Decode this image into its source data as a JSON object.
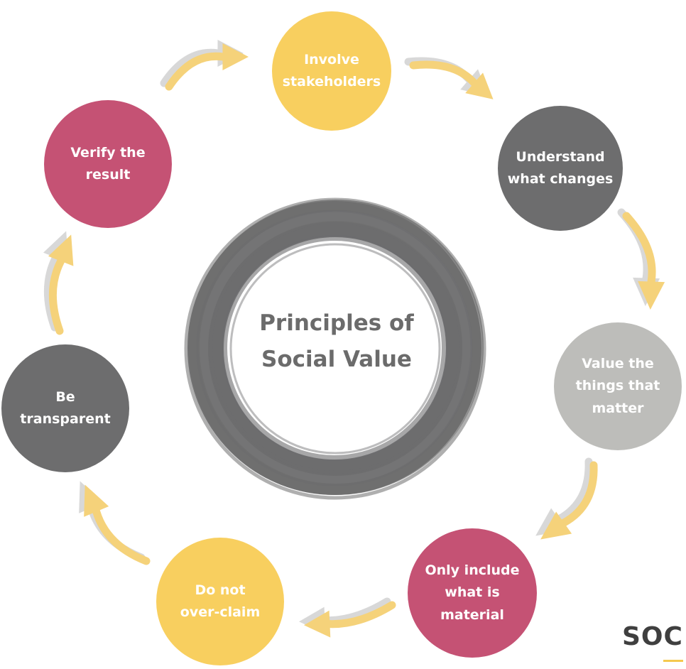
{
  "diagram": {
    "center_title": "Principles of\nSocial Value",
    "nodes": [
      {
        "id": "involve",
        "label": "Involve\nstakeholders",
        "color": "#f8cf5f"
      },
      {
        "id": "understand",
        "label": "Understand\nwhat changes",
        "color": "#6d6d6e"
      },
      {
        "id": "value",
        "label": "Value the\nthings that\nmatter",
        "color": "#bdbdba"
      },
      {
        "id": "material",
        "label": "Only include\nwhat is\nmaterial",
        "color": "#c55274"
      },
      {
        "id": "overclaim",
        "label": "Do not\nover-claim",
        "color": "#f8cf5f"
      },
      {
        "id": "transparent",
        "label": "Be transparent",
        "color": "#6d6d6e"
      },
      {
        "id": "verify",
        "label": "Verify the\nresult",
        "color": "#c55274"
      }
    ],
    "colors": {
      "ring": "#6d6d6e",
      "arrow_front": "#f5d27a",
      "arrow_shadow": "#d8d8d8",
      "logo_text": "#3f3f3f",
      "logo_accent": "#f5c94f"
    }
  },
  "logo": {
    "text": "SOC"
  }
}
